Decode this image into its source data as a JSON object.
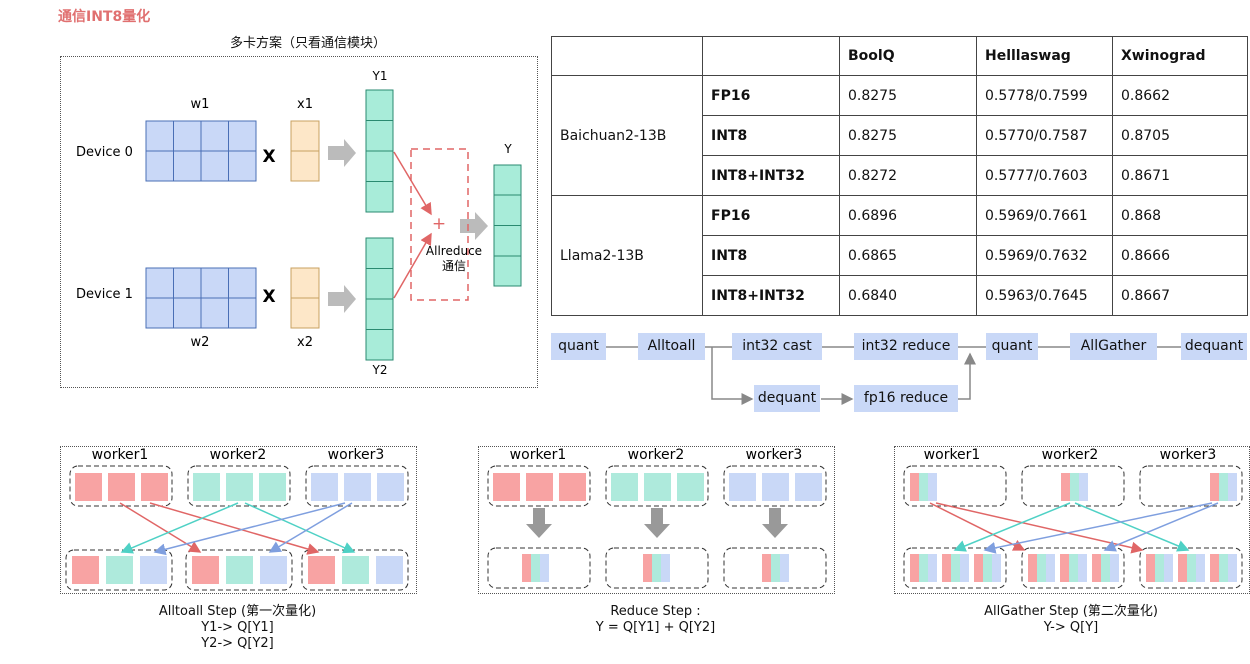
{
  "page": {
    "title": "通信INT8量化"
  },
  "main_diagram": {
    "title": "多卡方案（只看通信模块）",
    "device0_label": "Device 0",
    "device1_label": "Device 1",
    "w1_label": "w1",
    "w2_label": "w2",
    "x1_label": "x1",
    "x2_label": "x2",
    "y1_label": "Y1",
    "y2_label": "Y2",
    "y_label": "Y",
    "times_symbol": "X",
    "plus_symbol": "+",
    "allreduce_label": "Allreduce",
    "comm_label": "通信",
    "colors": {
      "weight": "#c9d8f7",
      "input": "#fde7c8",
      "output": "#a8ecd9",
      "red": "#e06666"
    }
  },
  "table": {
    "headers": [
      "",
      "",
      "BoolQ",
      "Helllaswag",
      "Xwinograd"
    ],
    "groups": [
      {
        "model": "Baichuan2-13B",
        "rows": [
          {
            "precision": "FP16",
            "boolq": "0.8275",
            "hellaswag": "0.5778/0.7599",
            "xwinograd": "0.8662"
          },
          {
            "precision": "INT8",
            "boolq": "0.8275",
            "hellaswag": "0.5770/0.7587",
            "xwinograd": "0.8705"
          },
          {
            "precision": "INT8+INT32",
            "boolq": "0.8272",
            "hellaswag": "0.5777/0.7603",
            "xwinograd": "0.8671"
          }
        ]
      },
      {
        "model": "Llama2-13B",
        "rows": [
          {
            "precision": "FP16",
            "boolq": "0.6896",
            "hellaswag": "0.5969/0.7661",
            "xwinograd": "0.868"
          },
          {
            "precision": "INT8",
            "boolq": "0.6865",
            "hellaswag": "0.5969/0.7632",
            "xwinograd": "0.8666"
          },
          {
            "precision": "INT8+INT32",
            "boolq": "0.6840",
            "hellaswag": "0.5963/0.7645",
            "xwinograd": "0.8667"
          }
        ]
      }
    ]
  },
  "flow": {
    "quant1": "quant",
    "alltoall": "Alltoall",
    "int32_cast": "int32 cast",
    "int32_reduce": "int32 reduce",
    "quant2": "quant",
    "allgather": "AllGather",
    "dequant_final": "dequant",
    "dequant_mid": "dequant",
    "fp16_reduce": "fp16 reduce"
  },
  "steps": {
    "workers": [
      "worker1",
      "worker2",
      "worker3"
    ],
    "colors": {
      "red": "#f8a3a3",
      "green": "#aeeadc",
      "blue": "#c9d8f7",
      "line_red": "#e06666",
      "line_green": "#4fd1c5",
      "line_blue": "#7f9fdf",
      "arrow_gray": "#999999"
    },
    "alltoall_caption": [
      "Alltoall Step (第一次量化)",
      "Y1-> Q[Y1]",
      "Y2-> Q[Y2]"
    ],
    "reduce_caption": [
      "Reduce Step :",
      "Y = Q[Y1] + Q[Y2]"
    ],
    "allgather_caption": [
      "AllGather Step (第二次量化)",
      "Y-> Q[Y]"
    ]
  }
}
